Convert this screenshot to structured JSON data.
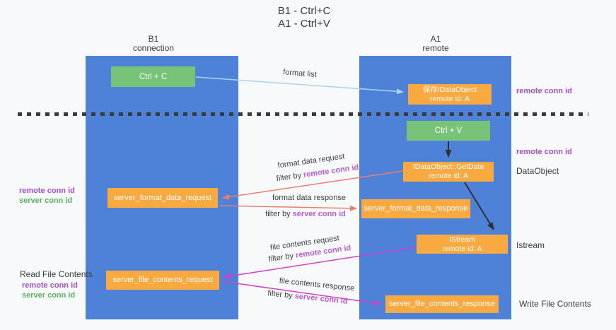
{
  "title": {
    "line1": "B1 - Ctrl+C",
    "line2": "A1 - Ctrl+V"
  },
  "lanes": {
    "left": {
      "title": "B1",
      "subtitle": "connection"
    },
    "right": {
      "title": "A1",
      "subtitle": "remote"
    }
  },
  "nodes": {
    "ctrl_c": {
      "label": "Ctrl + C"
    },
    "ctrl_v": {
      "label": "Ctrl + V"
    },
    "save_idataobject": {
      "line1": "保存IDataObject",
      "line2": "remote id: A"
    },
    "getdata": {
      "line1": "IDataObject::GetData",
      "line2": "remote id: A"
    },
    "istream": {
      "line1": "IStream",
      "line2": "remote id: A"
    },
    "server_format_data_request": {
      "label": "server_format_data_request"
    },
    "server_format_data_response": {
      "label": "server_format_data_response"
    },
    "server_file_contents_request": {
      "label": "server_file_contents_request"
    },
    "server_file_contents_response": {
      "label": "server_file_contents_response"
    }
  },
  "edge_labels": {
    "format_list": "format list",
    "format_data_request": "format data request",
    "format_data_response": "format data response",
    "file_contents_request": "file contents request",
    "file_contents_response": "file contents response",
    "filter_by": "filter by",
    "remote_conn_id": "remote conn id",
    "server_conn_id": "server conn id"
  },
  "annotations": {
    "remote_conn_id": "remote conn id",
    "server_conn_id": "server conn id",
    "dataobject": "DataObject",
    "istream": "Istream",
    "read_file_contents": "Read File Contents",
    "write_file_contents": "Write File Contents"
  },
  "colors": {
    "background": "#f8f9fa",
    "lane_blue": "#4e82d8",
    "node_green": "#77c378",
    "node_orange": "#f8a93f",
    "text_dark": "#3c3c3c",
    "purple_bold": "#a44fc6",
    "purple_inline": "#b95bd3",
    "green_text": "#56b45c",
    "edge_red": "#ef7b72",
    "edge_magenta": "#cf3fcb",
    "edge_blue": "#a9d5f2",
    "edge_black": "#303030"
  }
}
